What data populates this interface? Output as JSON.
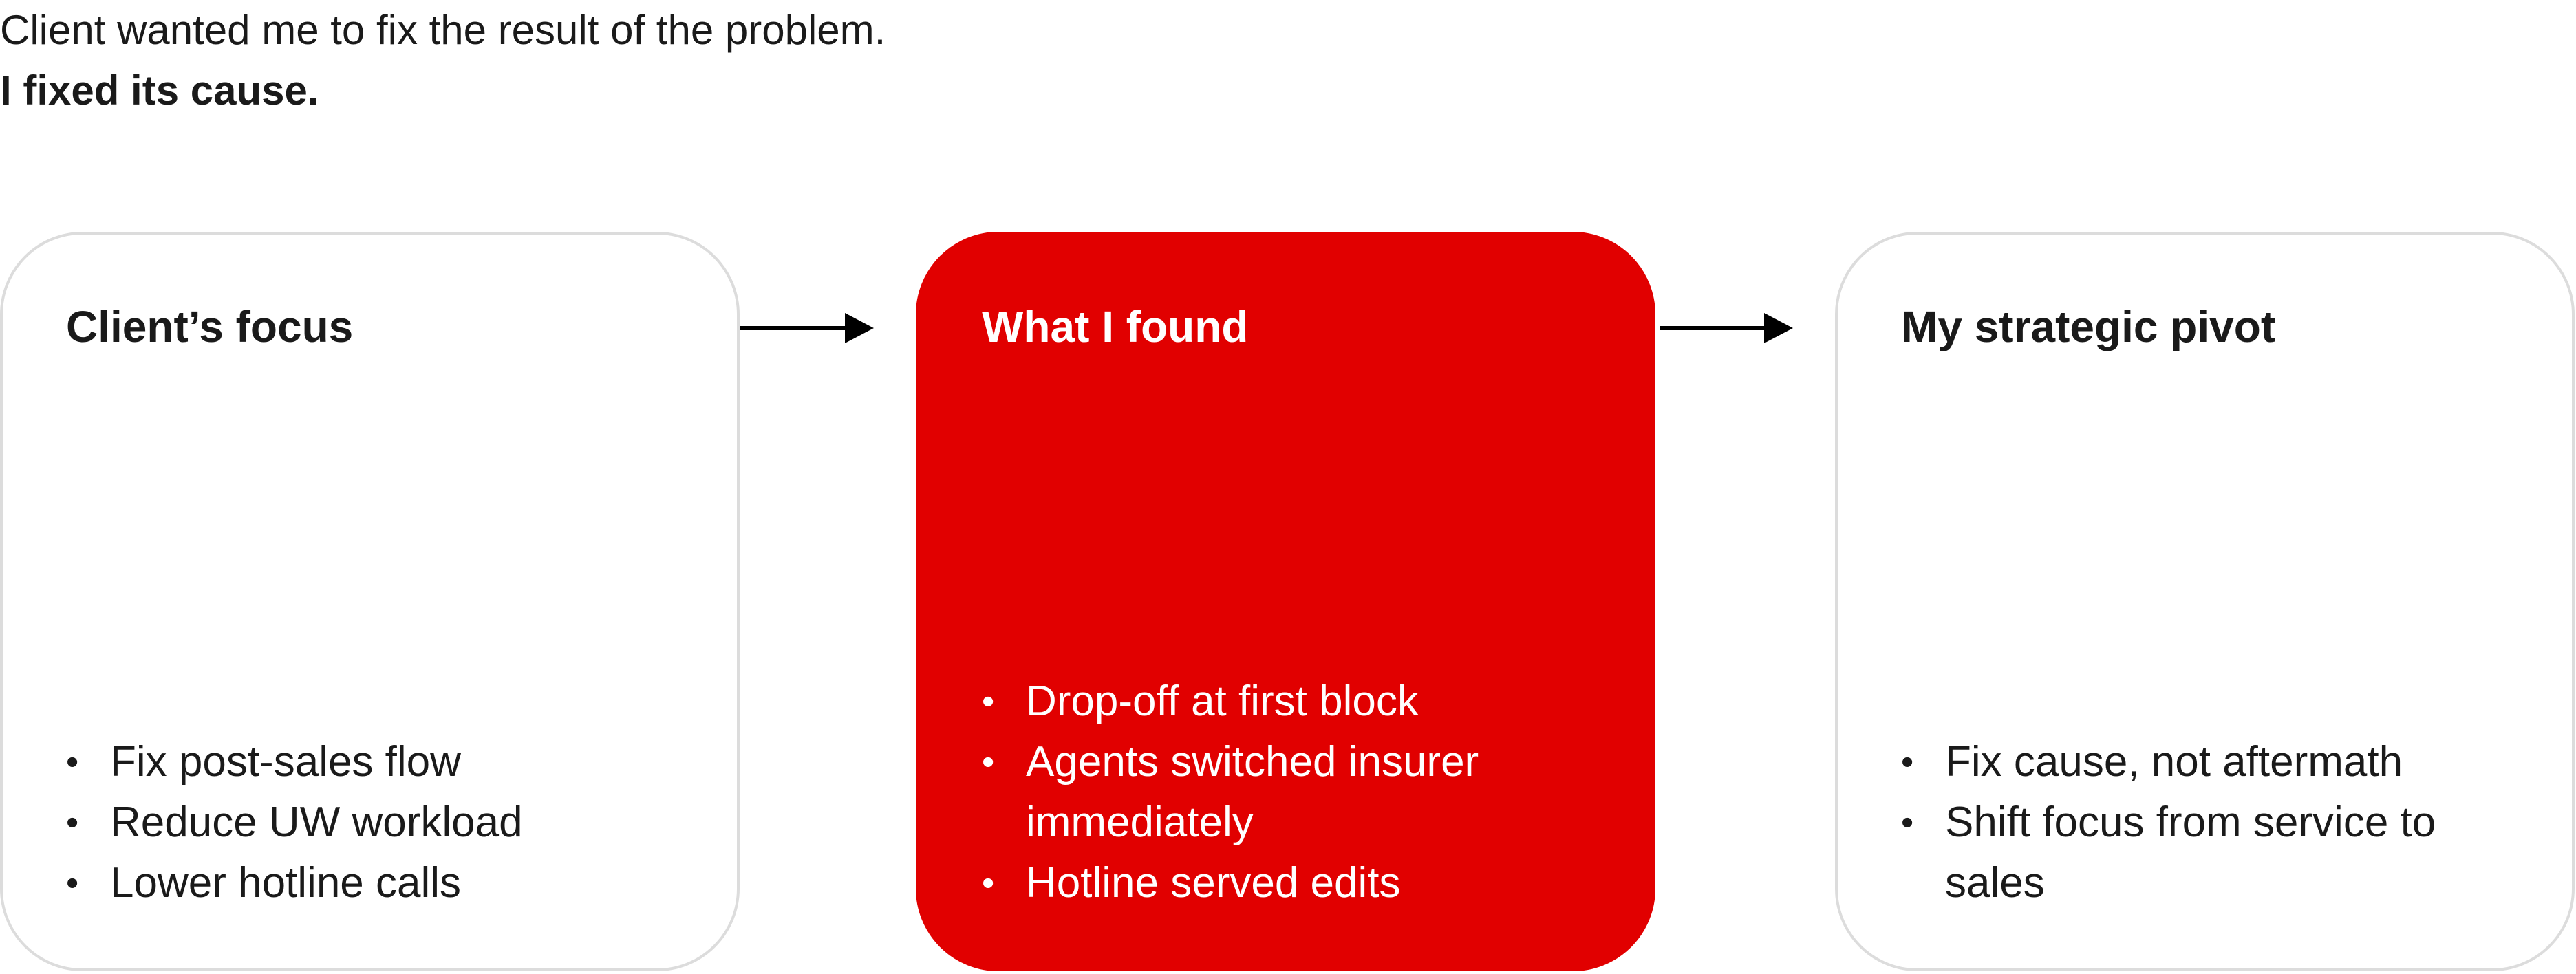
{
  "intro": {
    "line1": "Client wanted me to fix the result of the problem.",
    "line2": "I fixed its cause."
  },
  "colors": {
    "accent": "#e10000",
    "card_border": "#dcdcdc",
    "text": "#1a1a1a"
  },
  "cards": [
    {
      "title": "Client’s focus",
      "bullets": [
        "Fix post-sales flow",
        "Reduce UW workload",
        "Lower hotline calls"
      ]
    },
    {
      "title": "What I found",
      "bullets": [
        "Drop-off at first block",
        "Agents switched insurer immediately",
        "Hotline served edits"
      ]
    },
    {
      "title": "My strategic pivot",
      "bullets": [
        "Fix cause, not aftermath",
        "Shift focus from service to sales"
      ]
    }
  ]
}
